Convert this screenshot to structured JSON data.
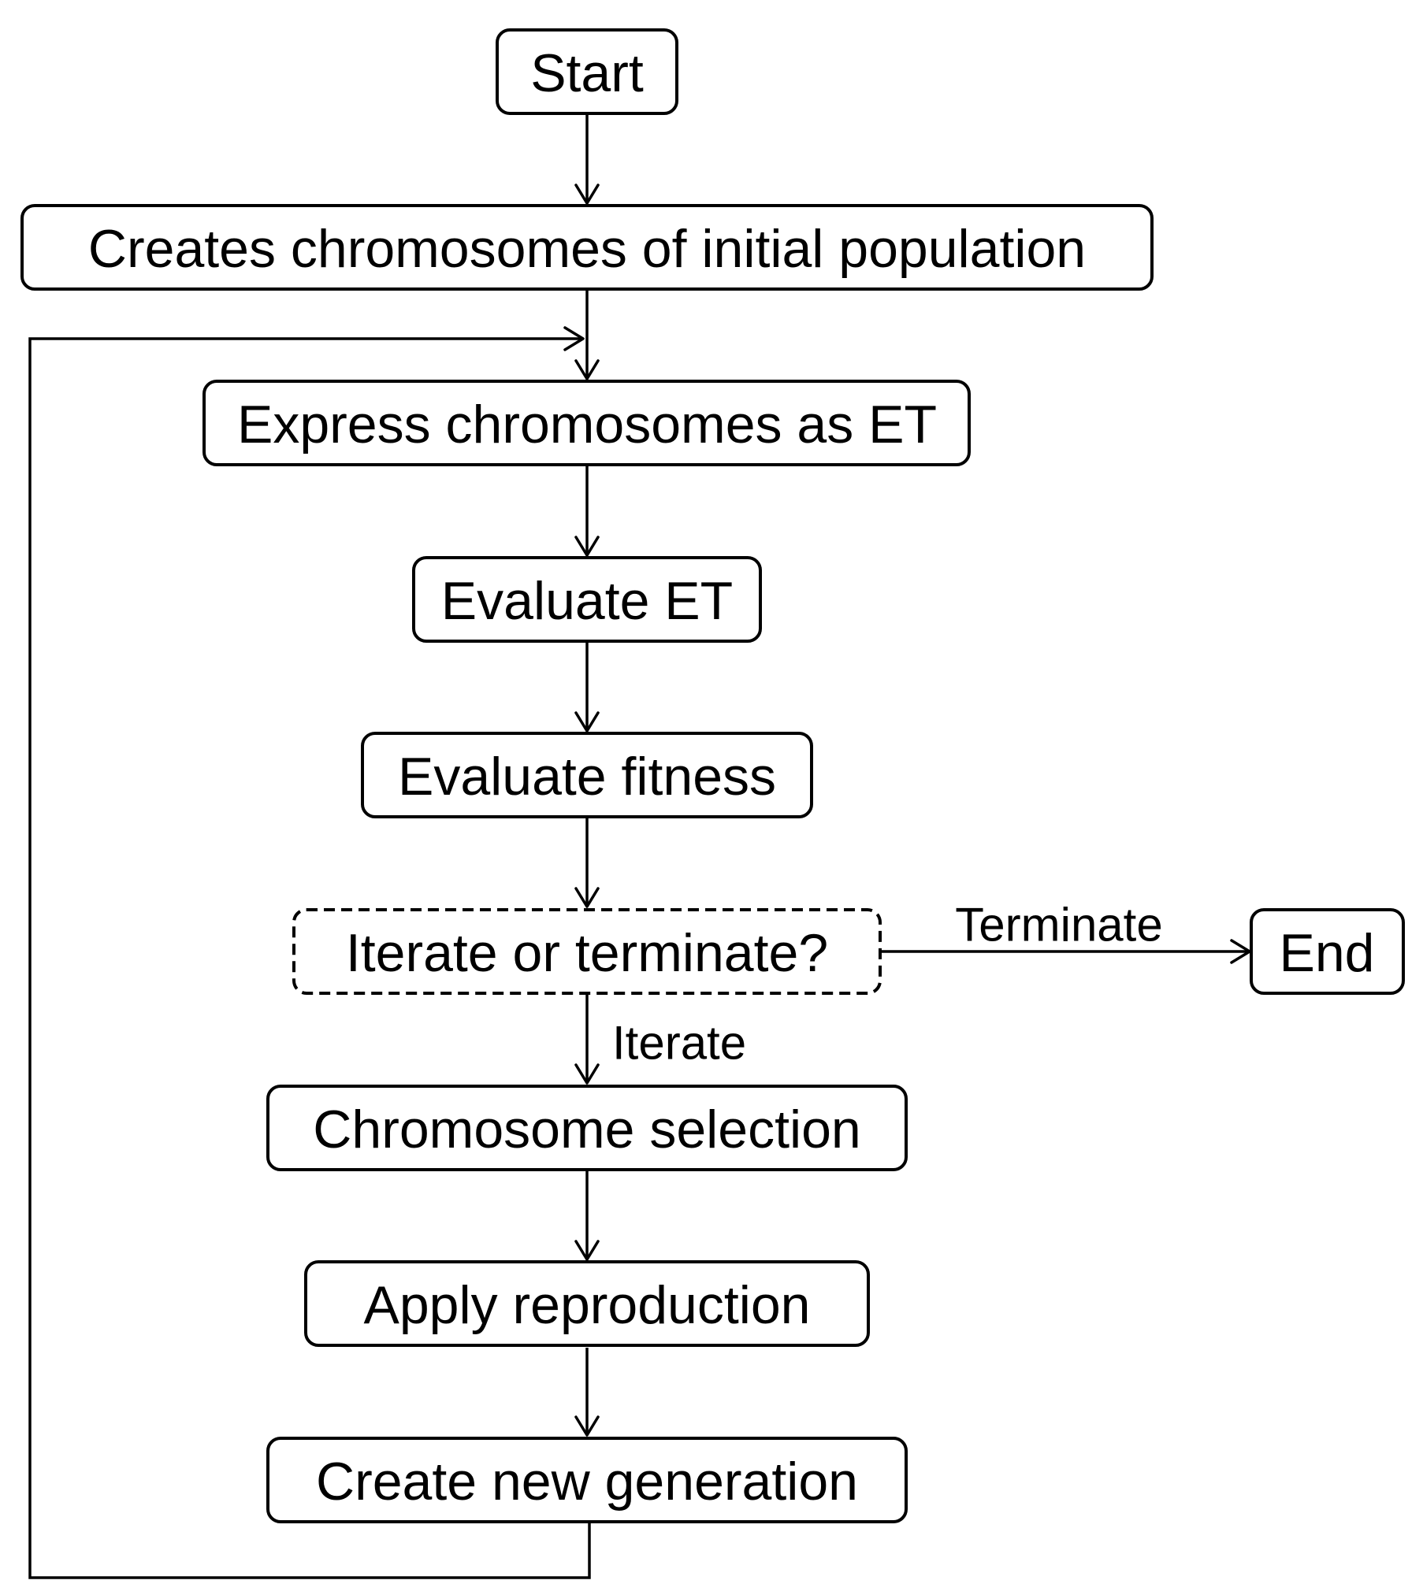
{
  "diagram": {
    "type": "flowchart",
    "nodes": {
      "start": "Start",
      "init_population": "Creates chromosomes of initial population",
      "express": "Express chromosomes as ET",
      "evaluate_et": "Evaluate ET",
      "evaluate_fitness": "Evaluate fitness",
      "decision": "Iterate or terminate?",
      "end": "End",
      "selection": "Chromosome selection",
      "reproduction": "Apply reproduction",
      "new_generation": "Create new generation"
    },
    "edge_labels": {
      "terminate": "Terminate",
      "iterate": "Iterate"
    },
    "edges": [
      {
        "from": "start",
        "to": "init_population"
      },
      {
        "from": "init_population",
        "to": "express"
      },
      {
        "from": "express",
        "to": "evaluate_et"
      },
      {
        "from": "evaluate_et",
        "to": "evaluate_fitness"
      },
      {
        "from": "evaluate_fitness",
        "to": "decision"
      },
      {
        "from": "decision",
        "to": "end",
        "label": "Terminate"
      },
      {
        "from": "decision",
        "to": "selection",
        "label": "Iterate"
      },
      {
        "from": "selection",
        "to": "reproduction"
      },
      {
        "from": "reproduction",
        "to": "new_generation"
      },
      {
        "from": "new_generation",
        "to": "express",
        "note": "loop back"
      }
    ]
  }
}
